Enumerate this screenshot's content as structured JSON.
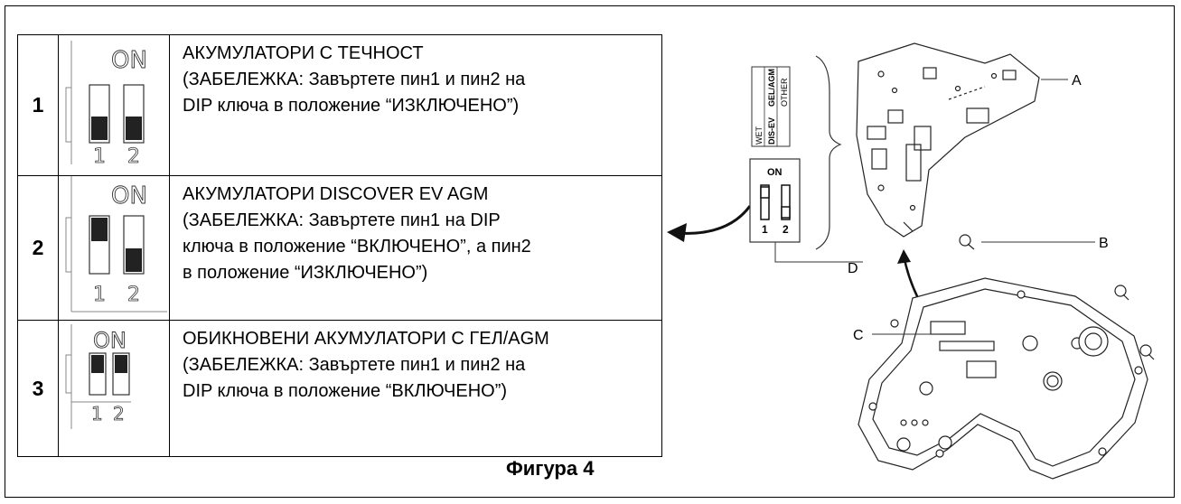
{
  "rows": [
    {
      "number": "1",
      "switch_on_label": "ON",
      "pins": [
        "1",
        "2"
      ],
      "pin_states": [
        "off",
        "off"
      ],
      "lines": [
        "АКУМУЛАТОРИ С ТЕЧНОСТ",
        "(ЗАБЕЛЕЖКА: Завъртете пин1 и пин2 на",
        "DIP ключа в положение “ИЗКЛЮЧЕНО”)"
      ]
    },
    {
      "number": "2",
      "switch_on_label": "ON",
      "pins": [
        "1",
        "2"
      ],
      "pin_states": [
        "on",
        "off"
      ],
      "lines": [
        "АКУМУЛАТОРИ DISCOVER EV AGM",
        "(ЗАБЕЛЕЖКА: Завъртете пин1 на DIP",
        "ключа в положение “ВКЛЮЧЕНО”, а пин2",
        "в положение “ИЗКЛЮЧЕНО”)"
      ]
    },
    {
      "number": "3",
      "switch_on_label": "ON",
      "pins": [
        "1",
        "2"
      ],
      "pin_states": [
        "on",
        "on"
      ],
      "lines": [
        "ОБИКНОВЕНИ АКУМУЛАТОРИ С ГЕЛ/AGM",
        "(ЗАБЕЛЕЖКА: Завъртете пин1 и пин2 на",
        "DIP ключа в положение “ВКЛЮЧЕНО”)"
      ]
    }
  ],
  "diagram": {
    "callouts": {
      "a": "A",
      "b": "B",
      "c": "C",
      "d": "D"
    },
    "battery_types": [
      "WET",
      "DIS-EV",
      "GEL/AGM",
      "OTHER"
    ],
    "dip_on": "ON",
    "dip_pins": [
      "1",
      "2"
    ]
  },
  "caption": "Фигура 4"
}
